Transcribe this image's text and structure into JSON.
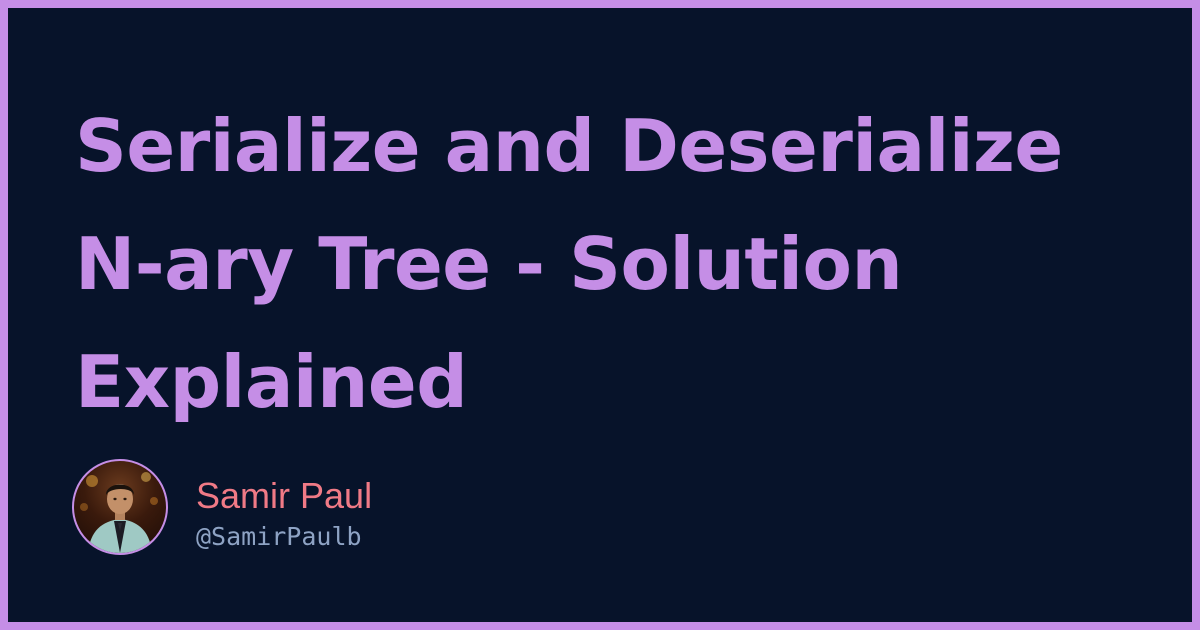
{
  "title_lines": [
    "Serialize and Deserialize",
    "N-ary Tree - Solution",
    "Explained"
  ],
  "author": {
    "name": "Samir Paul",
    "handle": "@SamirPaulb",
    "avatar_icon": "person-avatar-photo"
  },
  "colors": {
    "border": "#c58ee6",
    "background": "#07132a",
    "title": "#c58ee6",
    "author_name": "#f07a86",
    "author_handle": "#8ea3c4"
  }
}
